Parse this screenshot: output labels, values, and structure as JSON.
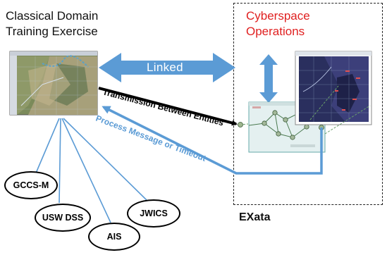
{
  "left_title": "Classical Domain\nTraining Exercise",
  "left_title_line1": "Classical Domain",
  "left_title_line2": "Training Exercise",
  "right_title_line1": "Cyberspace",
  "right_title_line2": "Operations",
  "linked_label": "Linked",
  "transmission_label": "Transmission Between Entities",
  "process_label": "Process Message or Timeout",
  "exata_label": "EXata",
  "ovals": [
    "GCCS-M",
    "USW DSS",
    "AIS",
    "JWICS"
  ],
  "colors": {
    "title_red": "#e02020",
    "arrow_blue": "#5b9bd5",
    "process_text_blue": "#5b9bd5"
  }
}
